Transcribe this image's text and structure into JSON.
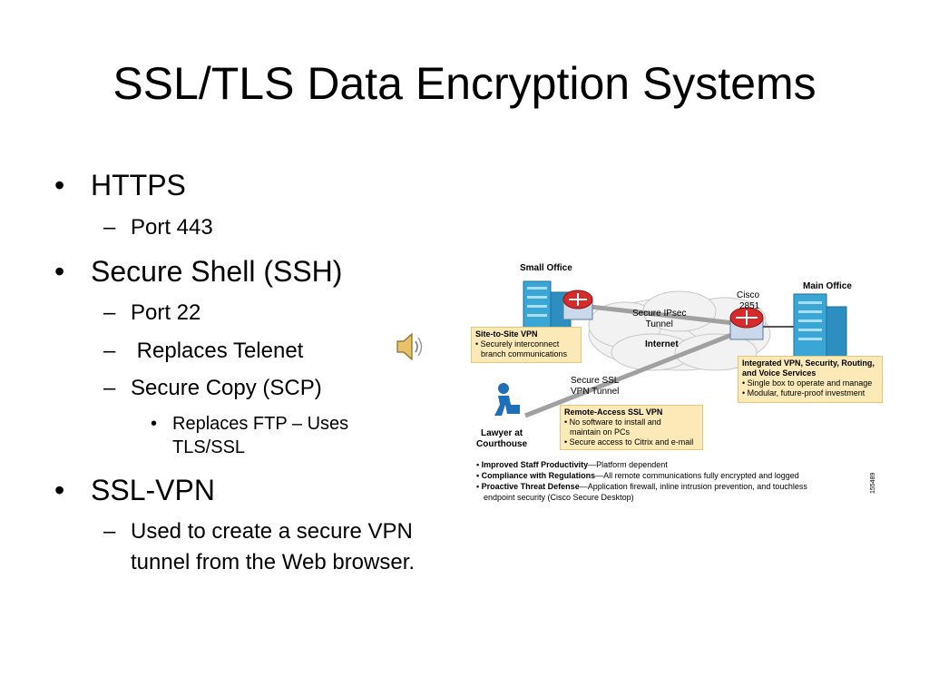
{
  "slide": {
    "title": "SSL/TLS Data Encryption Systems"
  },
  "bullets": {
    "https": "HTTPS",
    "https_port": "Port 443",
    "ssh": "Secure Shell (SSH)",
    "ssh_port": "Port 22",
    "ssh_replaces": " Replaces Telenet",
    "scp": "Secure Copy (SCP)",
    "scp_sub": "Replaces FTP – Uses TLS/SSL",
    "sslvpn": "SSL-VPN",
    "sslvpn_sub": "Used to create a secure VPN tunnel from the Web browser.",
    "bullet_glyph": "•",
    "dash_glyph": "–"
  },
  "speaker": {
    "icon": "speaker-icon"
  },
  "diagram": {
    "small_office": "Small Office",
    "main_office": "Main Office",
    "cisco": "Cisco",
    "model": "2851",
    "ipsec_tunnel_1": "Secure IPsec",
    "ipsec_tunnel_2": "Tunnel",
    "internet": "Internet",
    "ssl_tunnel_1": "Secure SSL",
    "ssl_tunnel_2": "VPN Tunnel",
    "lawyer_1": "Lawyer at",
    "lawyer_2": "Courthouse",
    "site_title": "Site-to-Site VPN",
    "site_item_1": "• Securely interconnect",
    "site_item_2": "branch communications",
    "integrated_title_1": "Integrated VPN, Security, Routing,",
    "integrated_title_2": "and Voice Services",
    "integrated_item_1": "• Single box to operate and manage",
    "integrated_item_2": "• Modular, future-proof investment",
    "remote_title": "Remote-Access SSL VPN",
    "remote_item_1": "• No software to install and",
    "remote_item_2": "maintain on PCs",
    "remote_item_3": "• Secure access to Citrix and e-mail",
    "benefit_1_head": "• Improved Staff Productivity",
    "benefit_1_text": "—Platform dependent",
    "benefit_2_head": "• Compliance with Regulations",
    "benefit_2_text": "—All remote communications fully encrypted and logged",
    "benefit_3_head": "• Proactive Threat Defense",
    "benefit_3_text": "—Application firewall, inline intrusion prevention, and touchless",
    "benefit_3_cont": "endpoint security (Cisco Secure Desktop)",
    "serial": "155489",
    "colors": {
      "building": "#3aa6d6",
      "router": "#d62b2b",
      "callout": "#fbe9b7",
      "tunnel": "#9e9e9e"
    }
  }
}
